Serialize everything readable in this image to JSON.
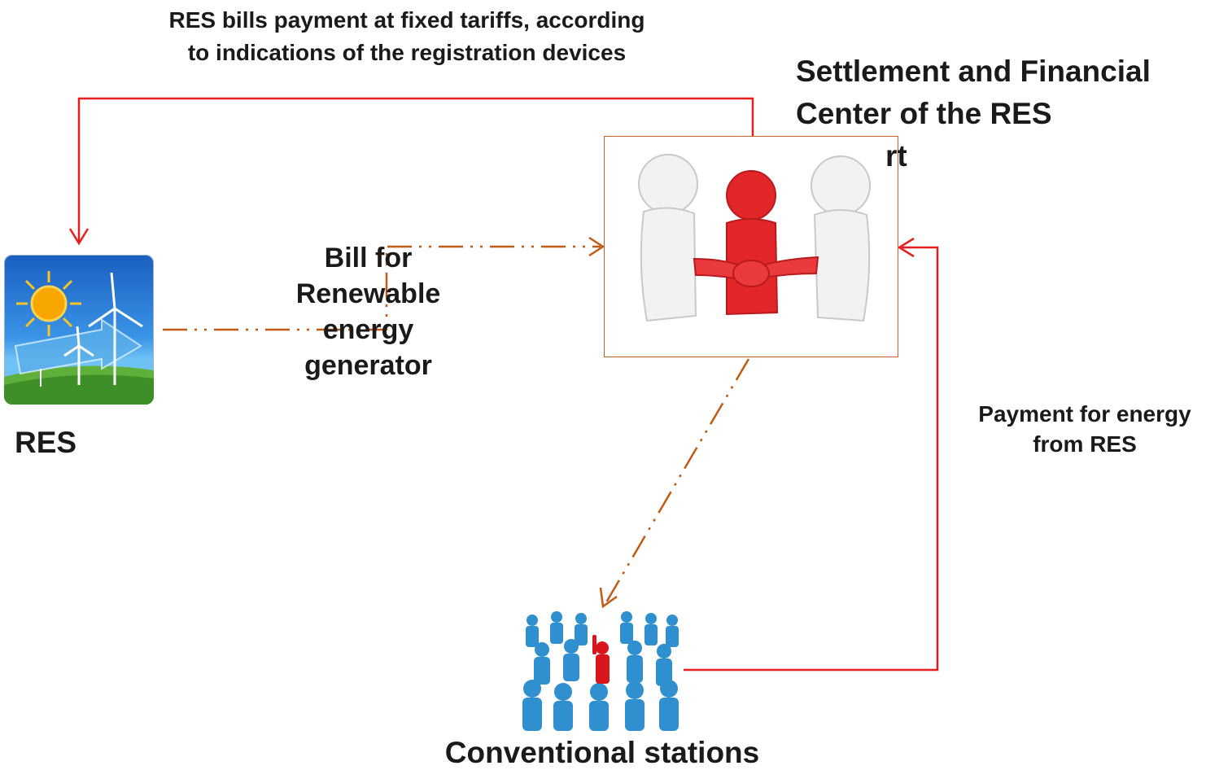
{
  "labels": {
    "top_payment": "RES bills payment at fixed tariffs, according to indications of the registration devices",
    "center_title_line1": "Settlement and Financial",
    "center_title_line2": "Center of the RES",
    "center_title_line3": "rt",
    "bill_line1": "Bill for",
    "bill_line2": "Renewable",
    "bill_line3": "energy",
    "bill_line4": "generator",
    "res": "RES",
    "payment_right": "Payment for energy from RES",
    "conventional": "Conventional stations"
  },
  "colors": {
    "solid_arrow": "#e81e1e",
    "dashed_arrow": "#c05a14",
    "box_border": "#c0642a"
  },
  "icons": {
    "res": "sun-and-wind-turbines-icon",
    "center": "three-figures-handshake-icon",
    "conventional": "crowd-of-people-icon"
  }
}
